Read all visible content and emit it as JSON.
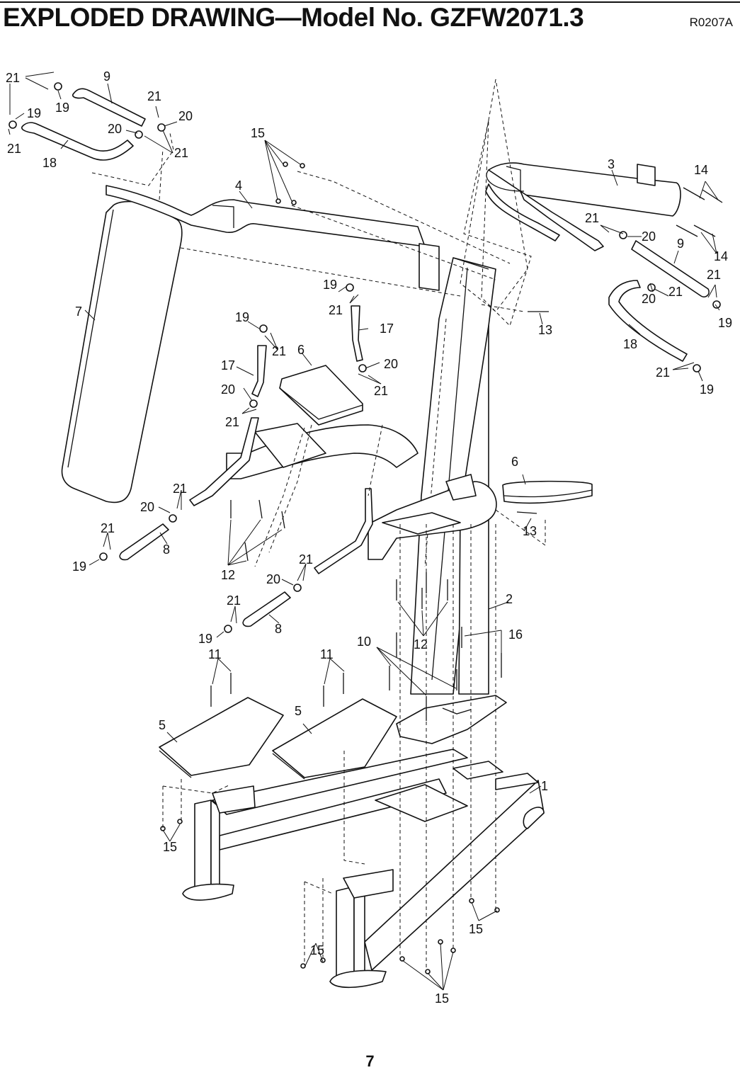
{
  "header": {
    "title": "EXPLODED DRAWING—Model No. GZFW2071.3",
    "code": "R0207A"
  },
  "page_number": "7",
  "callouts": [
    "1",
    "2",
    "3",
    "4",
    "5",
    "6",
    "7",
    "8",
    "9",
    "10",
    "11",
    "12",
    "13",
    "14",
    "15",
    "16",
    "17",
    "18",
    "19",
    "20",
    "21"
  ]
}
